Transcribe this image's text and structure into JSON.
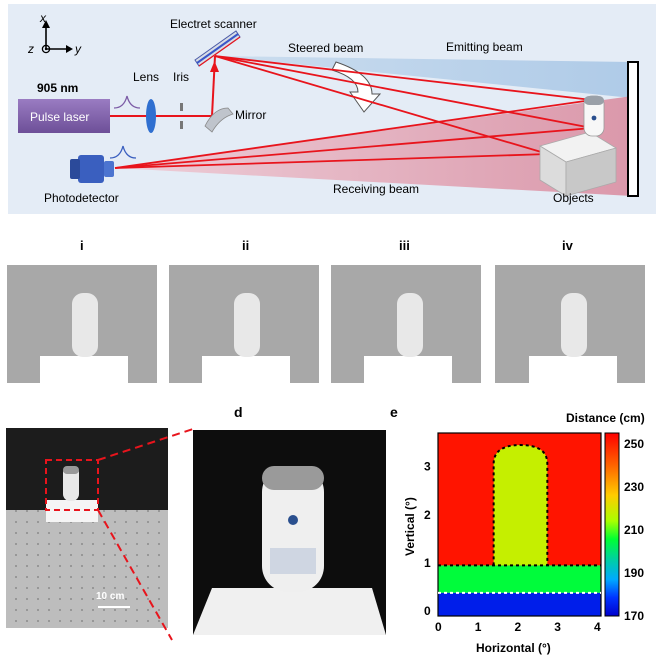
{
  "schematic": {
    "axis_x": "x",
    "axis_y": "y",
    "axis_z": "z",
    "wavelength": "905 nm",
    "pulse_laser": "Pulse laser",
    "lens": "Lens",
    "iris": "Iris",
    "mirror": "Mirror",
    "scanner": "Electret scanner",
    "steered_beam": "Steered beam",
    "emitting_beam": "Emitting beam",
    "receiving_beam": "Receiving beam",
    "photodetector": "Photodetector",
    "objects": "Objects",
    "colors": {
      "panel_bg": "#e4ecf6",
      "beam": "#e8141c",
      "laser_box": "#7c5ca6"
    }
  },
  "frames": {
    "labels": [
      "i",
      "ii",
      "iii",
      "iv"
    ]
  },
  "panel_d": {
    "label": "d",
    "scale_bar": "10 cm"
  },
  "panel_e": {
    "label": "e",
    "colorbar_title": "Distance (cm)",
    "colorbar_ticks": [
      "250",
      "230",
      "210",
      "190",
      "170"
    ]
  },
  "chart_data": {
    "type": "heatmap",
    "xlabel": "Horizontal (°)",
    "ylabel": "Vertical (°)",
    "x_ticks": [
      "0",
      "1",
      "2",
      "3",
      "4"
    ],
    "y_ticks": [
      "3",
      "2",
      "1",
      "0"
    ],
    "xlim": [
      0,
      4.1
    ],
    "ylim": [
      -0.1,
      3.7
    ],
    "colorbar_range": [
      170,
      255
    ],
    "colorbar_unit": "cm",
    "regions": [
      {
        "name": "floor",
        "value": 175,
        "x": [
          0,
          4.1
        ],
        "y": [
          -0.1,
          0.38
        ]
      },
      {
        "name": "table-top",
        "value": 205,
        "x": [
          0,
          4.1
        ],
        "y": [
          0.38,
          0.95
        ]
      },
      {
        "name": "object",
        "value": 218,
        "x": [
          1.4,
          2.75
        ],
        "y": [
          0.95,
          3.45
        ]
      },
      {
        "name": "background",
        "value": 252,
        "x": [
          0,
          4.1
        ],
        "y": [
          0.95,
          3.7
        ]
      }
    ]
  }
}
